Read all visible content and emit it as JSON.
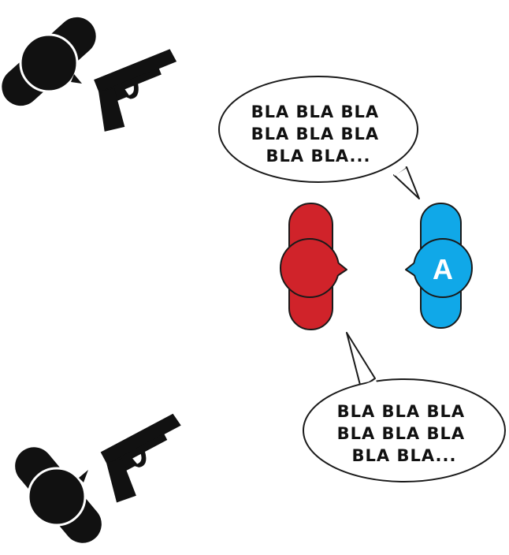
{
  "top_bubble": {
    "lines": [
      "BLA BLA BLA",
      "BLA BLA BLA",
      "BLA BLA..."
    ]
  },
  "bottom_bubble": {
    "lines": [
      "BLA BLA BLA",
      "BLA BLA BLA",
      "BLA BLA..."
    ]
  },
  "blue_figure": {
    "letter": "A"
  },
  "colors": {
    "red_figure": "#d0232a",
    "blue_figure": "#10a8e8",
    "silhouette": "#111111",
    "outline": "#1a1a1a"
  }
}
